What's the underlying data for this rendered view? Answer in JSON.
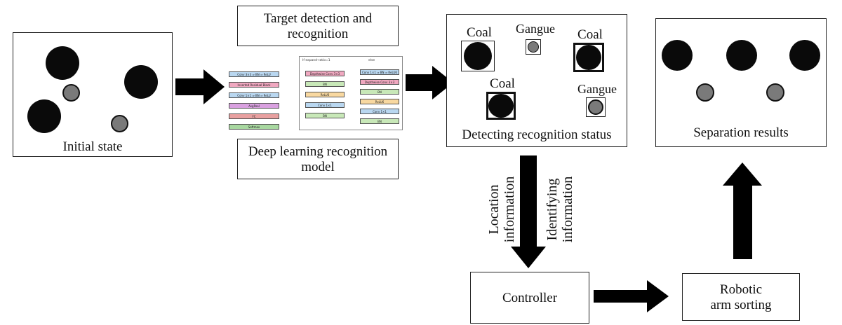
{
  "initial": {
    "label": "Initial state"
  },
  "target": {
    "title_line1": "Target detection and",
    "title_line2": "recognition"
  },
  "model": {
    "label_line1": "Deep learning recognition",
    "label_line2": "model",
    "left_blocks": [
      "Conv 3×3 ⇒ BN ⇒ ReLU",
      "Inverted Residual Block",
      "Conv 1×1 ⇒ BN ⇒ ReLU",
      "AvgPool",
      "FC",
      "Softmax"
    ],
    "left_colors": [
      "#b9d7f0",
      "#f0a8c0",
      "#b9d7f0",
      "#d9a0e0",
      "#e8a0a0",
      "#a8d8a0"
    ],
    "branch1_title": "If expand-ratio=1",
    "branch1_blocks": [
      "Depthwise Conv 3×3",
      "BN",
      "ReLU6",
      "Conv 1×1",
      "BN"
    ],
    "branch2_title": "else",
    "branch2_blocks": [
      "Conv 1×1 ⇒ BN ⇒ ReLU6",
      "Depthwise Conv 3×3",
      "BN",
      "ReLU6",
      "Conv 1×1",
      "BN"
    ],
    "block_colors": [
      "#f0a8c0",
      "#c8e8b8",
      "#f8d8a0",
      "#b9d7f0",
      "#c8e8b8"
    ],
    "block_colors2": [
      "#b9d7f0",
      "#f0a8c0",
      "#c8e8b8",
      "#f8d8a0",
      "#b9d7f0",
      "#c8e8b8"
    ]
  },
  "detect": {
    "label": "Detecting recognition status",
    "coal": "Coal",
    "gangue": "Gangue"
  },
  "separation": {
    "label": "Separation results"
  },
  "arrow_labels": {
    "location_line1": "Location",
    "location_line2": "information",
    "identifying_line1": "Identifying",
    "identifying_line2": "information"
  },
  "controller": {
    "label": "Controller"
  },
  "robot": {
    "label_line1": "Robotic",
    "label_line2": "arm sorting"
  },
  "colors": {
    "coal": "#0a0a0a",
    "gangue": "#7a7a7a",
    "line": "#222222",
    "arrow": "#000000"
  }
}
